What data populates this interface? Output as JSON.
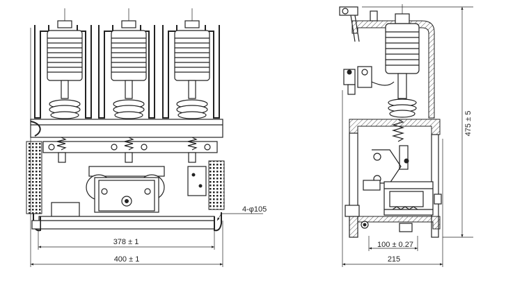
{
  "front_view": {
    "dim_inner_width": "378 ± 1",
    "dim_outer_width": "400 ± 1",
    "dim_hole": "4-φ105"
  },
  "side_view": {
    "dim_height": "475 ± 5",
    "dim_mount": "100 ± 0.27",
    "dim_depth": "215"
  }
}
